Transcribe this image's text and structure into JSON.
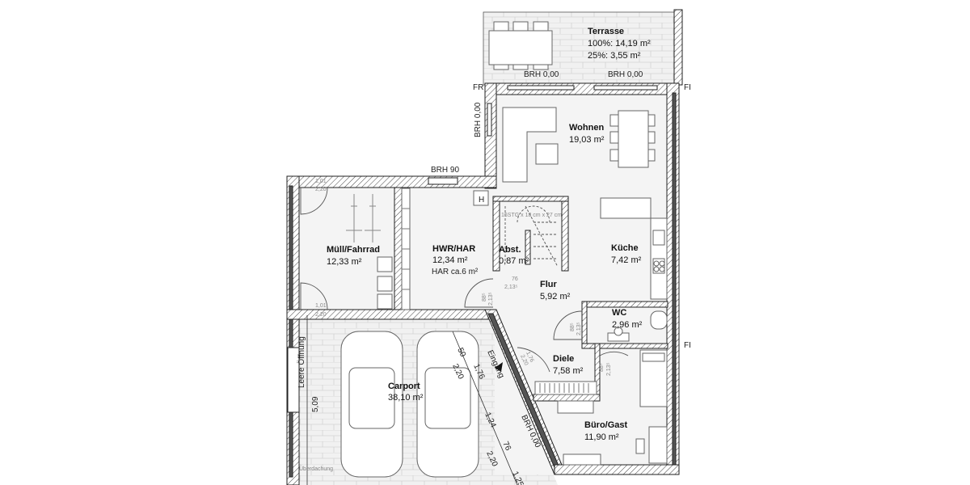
{
  "rooms": {
    "terrasse": {
      "name": "Terrasse",
      "area_full": "100%: 14,19 m²",
      "area_quarter": "25%: 3,55 m²"
    },
    "wohnen": {
      "name": "Wohnen",
      "area": "19,03 m²"
    },
    "muell": {
      "name": "Müll/Fahrrad",
      "area": "12,33 m²"
    },
    "hwr": {
      "name": "HWR/HAR",
      "area": "12,34 m²",
      "note": "HAR ca.6 m²"
    },
    "abst": {
      "name": "Abst.",
      "area": "0,87 m²"
    },
    "kueche": {
      "name": "Küche",
      "area": "7,42 m²"
    },
    "flur": {
      "name": "Flur",
      "area": "5,92 m²"
    },
    "wc": {
      "name": "WC",
      "area": "2,96 m²"
    },
    "diele": {
      "name": "Diele",
      "area": "7,58 m²"
    },
    "carport": {
      "name": "Carport",
      "area": "38,10 m²"
    },
    "buero": {
      "name": "Büro/Gast",
      "area": "11,90 m²"
    }
  },
  "annotations": {
    "brh_terrace_1": "BRH 0,00",
    "brh_terrace_2": "BRH 0,00",
    "brh_left": "BRH 0,00",
    "brh_90": "BRH 90",
    "brh_diagonal": "BRH 0,00",
    "fr_left": "FR",
    "fr_right": "FI",
    "fi_mid": "FI",
    "heater": "H",
    "stair": "16STG x 18 cm x 27 cm",
    "door_muell_top_w": "1,01",
    "door_muell_top_h": "2,20",
    "door_muell_bot_w": "1,01",
    "door_muell_bot_h": "2,20",
    "door_hwr_w": "88⁵",
    "door_hwr_h": "2,13⁵",
    "door_abst_w": "76",
    "door_abst_h": "2,13⁵",
    "door_wc_w": "88⁵",
    "door_wc_h": "2,13⁵",
    "door_buero_w": "88⁵",
    "door_buero_h": "2,13⁵",
    "door_entry_w": "1,76",
    "door_entry_h": "2,20",
    "entrance": "Eingang",
    "open_side": "Leere Öffnung",
    "carport_depth": "5,09",
    "roofing": "Überdachung",
    "dim_50": "50",
    "dim_176": "1,76",
    "dim_220a": "2,20",
    "dim_124": "1,24",
    "dim_76": "76",
    "dim_220b": "2,20",
    "dim_125": "1,25"
  }
}
